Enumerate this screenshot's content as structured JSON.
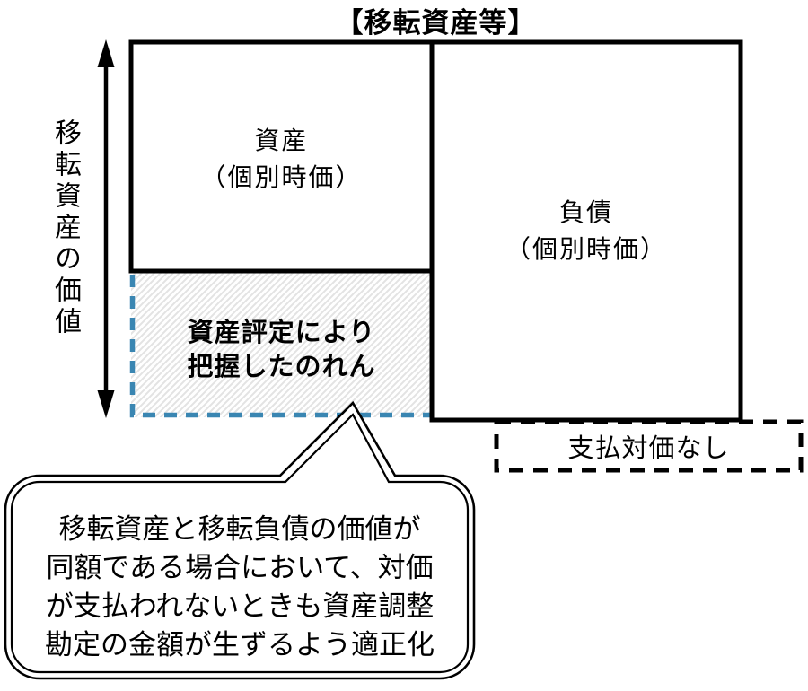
{
  "title": "【移転資産等】",
  "axis_label": "移転資産の価値",
  "assets_box": {
    "line1": "資産",
    "line2": "（個別時価）"
  },
  "liabilities_box": {
    "line1": "負債",
    "line2": "（個別時価）"
  },
  "goodwill_box": {
    "line1": "資産評定により",
    "line2": "把握したのれん"
  },
  "payment_box": {
    "label": "支払対価なし"
  },
  "callout": {
    "lines": [
      "移転資産と移転負債の価値が",
      "同額である場合において、対価",
      "が支払われないときも資産調整",
      "勘定の金額が生ずるよう適正化"
    ]
  },
  "colors": {
    "outline_black": "#000000",
    "dashed_blue": "#3A86B2",
    "hatch_gray": "#E3E3E3",
    "background": "#FFFFFF"
  }
}
